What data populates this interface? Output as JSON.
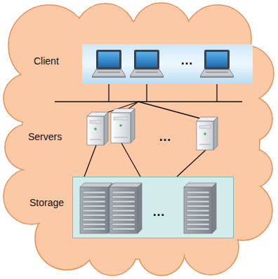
{
  "diagram": {
    "nodes": [
      {
        "text": [
          "…"
        ]
      },
      {
        "text": [
          "…"
        ]
      }
    ],
    "labels": [
      "Client",
      "Servers",
      "…",
      "Storage"
    ]
  }
}
